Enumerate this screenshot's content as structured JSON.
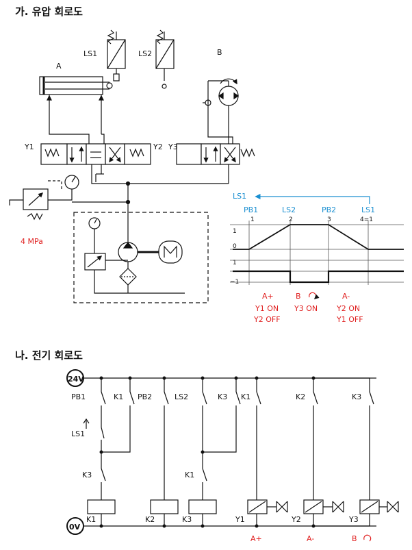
{
  "sections": {
    "hydraulic_title": "가. 유압 회로도",
    "electric_title": "나. 전기 회로도"
  },
  "hydraulic": {
    "cylinder_label": "A",
    "motor_label": "B",
    "limit_switches": [
      "LS1",
      "LS2"
    ],
    "valve_solenoids": [
      "Y1",
      "Y2",
      "Y3"
    ],
    "relief_pressure": "4 MPa"
  },
  "timing": {
    "return_label": "LS1",
    "event_labels": [
      "PB1",
      "LS2",
      "PB2",
      "LS1"
    ],
    "step_numbers": [
      "1",
      "2",
      "3",
      "4=1"
    ],
    "y_axis_labels": [
      "1",
      "0",
      "1",
      "−1"
    ],
    "actions": [
      {
        "name": "A+",
        "lines": [
          "Y1 ON",
          "Y2 OFF"
        ]
      },
      {
        "name": "B",
        "lines": [
          "Y3 ON"
        ]
      },
      {
        "name": "A-",
        "lines": [
          "Y2 ON",
          "Y1 OFF"
        ]
      }
    ],
    "colors": {
      "event_blue": "#1a8fd1",
      "action_red": "#e02020"
    }
  },
  "electric": {
    "supply_positive": "24V",
    "supply_negative": "0V",
    "contacts": [
      "PB1",
      "K1",
      "PB2",
      "LS2",
      "K3",
      "K1",
      "K2",
      "K3"
    ],
    "series_contacts": [
      "LS1",
      "K3",
      "K1"
    ],
    "relays": [
      "K1",
      "K2",
      "K3"
    ],
    "solenoids": [
      "Y1",
      "Y2",
      "Y3"
    ],
    "solenoid_actions": [
      "A+",
      "A-",
      "B"
    ]
  }
}
